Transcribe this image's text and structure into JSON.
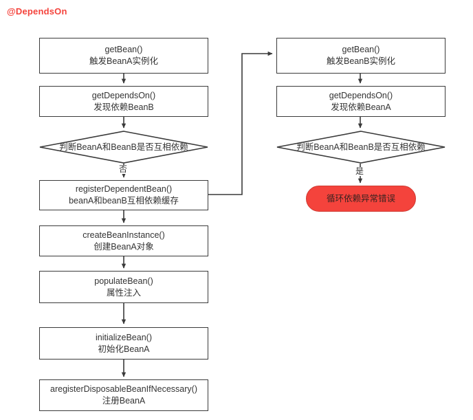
{
  "title": "@DependsOn",
  "theme": {
    "background": "#ffffff",
    "node_border": "#3a3a3a",
    "node_fill": "#ffffff",
    "text": "#333333",
    "accent_red": "#f4433c",
    "error_border": "#cf3a32",
    "connector": "#3a3a3a"
  },
  "left_flow": {
    "nodes": [
      {
        "id": "left-getbean",
        "shape": "process",
        "line1": "getBean()",
        "line2": "触发BeanA实例化"
      },
      {
        "id": "left-getdependson",
        "shape": "process",
        "line1": "getDependsOn()",
        "line2": "发现依赖BeanB"
      },
      {
        "id": "left-decision",
        "shape": "decision",
        "line1": "判断BeanA和BeanB是否互相依赖"
      },
      {
        "id": "left-registerdependentbean",
        "shape": "process",
        "line1": "registerDependentBean()",
        "line2": "beanA和beanB互相依赖缓存"
      },
      {
        "id": "left-createbeaninstance",
        "shape": "process",
        "line1": "createBeanInstance()",
        "line2": "创建BeanA对象"
      },
      {
        "id": "left-populatebean",
        "shape": "process",
        "line1": "populateBean()",
        "line2": "属性注入"
      },
      {
        "id": "left-initializebean",
        "shape": "process",
        "line1": "initializeBean()",
        "line2": "初始化BeanA"
      },
      {
        "id": "left-registerdisposable",
        "shape": "process",
        "line1": "aregisterDisposableBeanIfNecessary()",
        "line2": "注册BeanA"
      }
    ],
    "decision_label": "否"
  },
  "right_flow": {
    "nodes": [
      {
        "id": "right-getbean",
        "shape": "process",
        "line1": "getBean()",
        "line2": "触发BeanB实例化"
      },
      {
        "id": "right-getdependson",
        "shape": "process",
        "line1": "getDependsOn()",
        "line2": "发现依赖BeanA"
      },
      {
        "id": "right-decision",
        "shape": "decision",
        "line1": "判断BeanA和BeanB是否互相依赖"
      },
      {
        "id": "right-error",
        "shape": "error",
        "line1": "循环依赖异常错误"
      }
    ],
    "decision_label": "是"
  }
}
